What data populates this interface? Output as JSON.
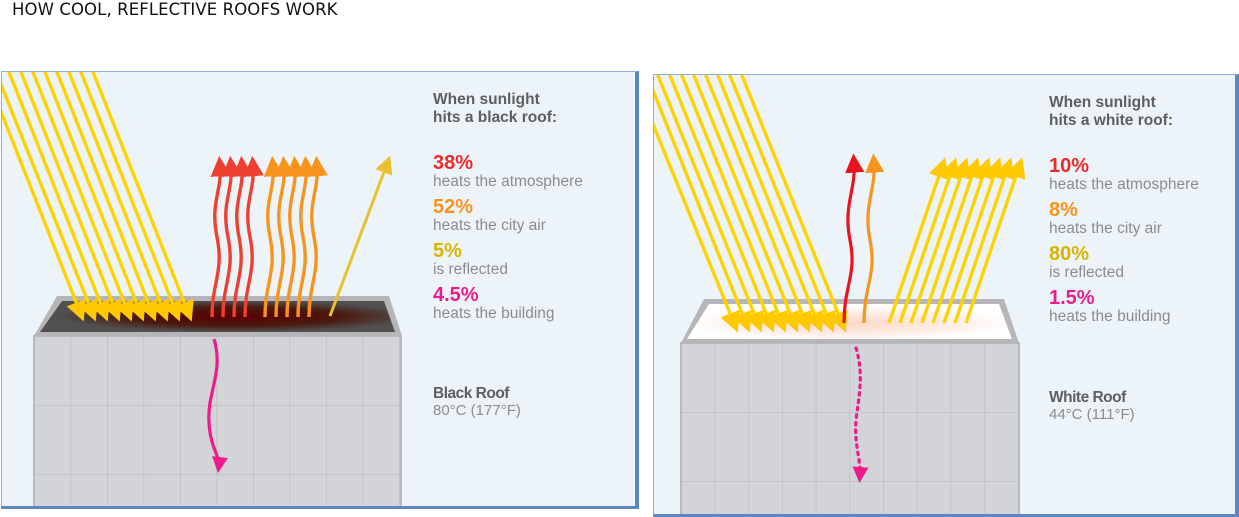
{
  "page": {
    "title": "HOW COOL, REFLECTIVE ROOFS WORK"
  },
  "colors": {
    "atmosphere": "#ee2a2a",
    "city_air": "#f7941d",
    "reflected": "#d9b400",
    "building": "#ec1c8c",
    "sunlight": "#ffd200",
    "panel_bg": "#ecf4fa",
    "panel_border": "#5c88c2"
  },
  "panels": [
    {
      "id": "black-roof",
      "heading": "When sunlight hits a black roof:",
      "heading_line1": "When sunlight",
      "heading_line2": "hits a black roof:",
      "items": [
        {
          "pct": "38%",
          "desc": "heats the atmosphere",
          "color": "#ee2a2a"
        },
        {
          "pct": "52%",
          "desc": "heats the city air",
          "color": "#f7941d"
        },
        {
          "pct": "5%",
          "desc": "is reflected",
          "color": "#d9b400"
        },
        {
          "pct": "4.5%",
          "desc": "heats the building",
          "color": "#ec1c8c"
        }
      ],
      "roof_name": "Black Roof",
      "roof_temp": "80°C (177°F)"
    },
    {
      "id": "white-roof",
      "heading": "When sunlight hits a white roof:",
      "heading_line1": "When sunlight",
      "heading_line2": "hits a white roof:",
      "items": [
        {
          "pct": "10%",
          "desc": "heats the atmosphere",
          "color": "#ee2a2a"
        },
        {
          "pct": "8%",
          "desc": "heats the city air",
          "color": "#f7941d"
        },
        {
          "pct": "80%",
          "desc": "is reflected",
          "color": "#d9b400"
        },
        {
          "pct": "1.5%",
          "desc": "heats the building",
          "color": "#ec1c8c"
        }
      ],
      "roof_name": "White Roof",
      "roof_temp": "44°C (111°F)"
    }
  ]
}
